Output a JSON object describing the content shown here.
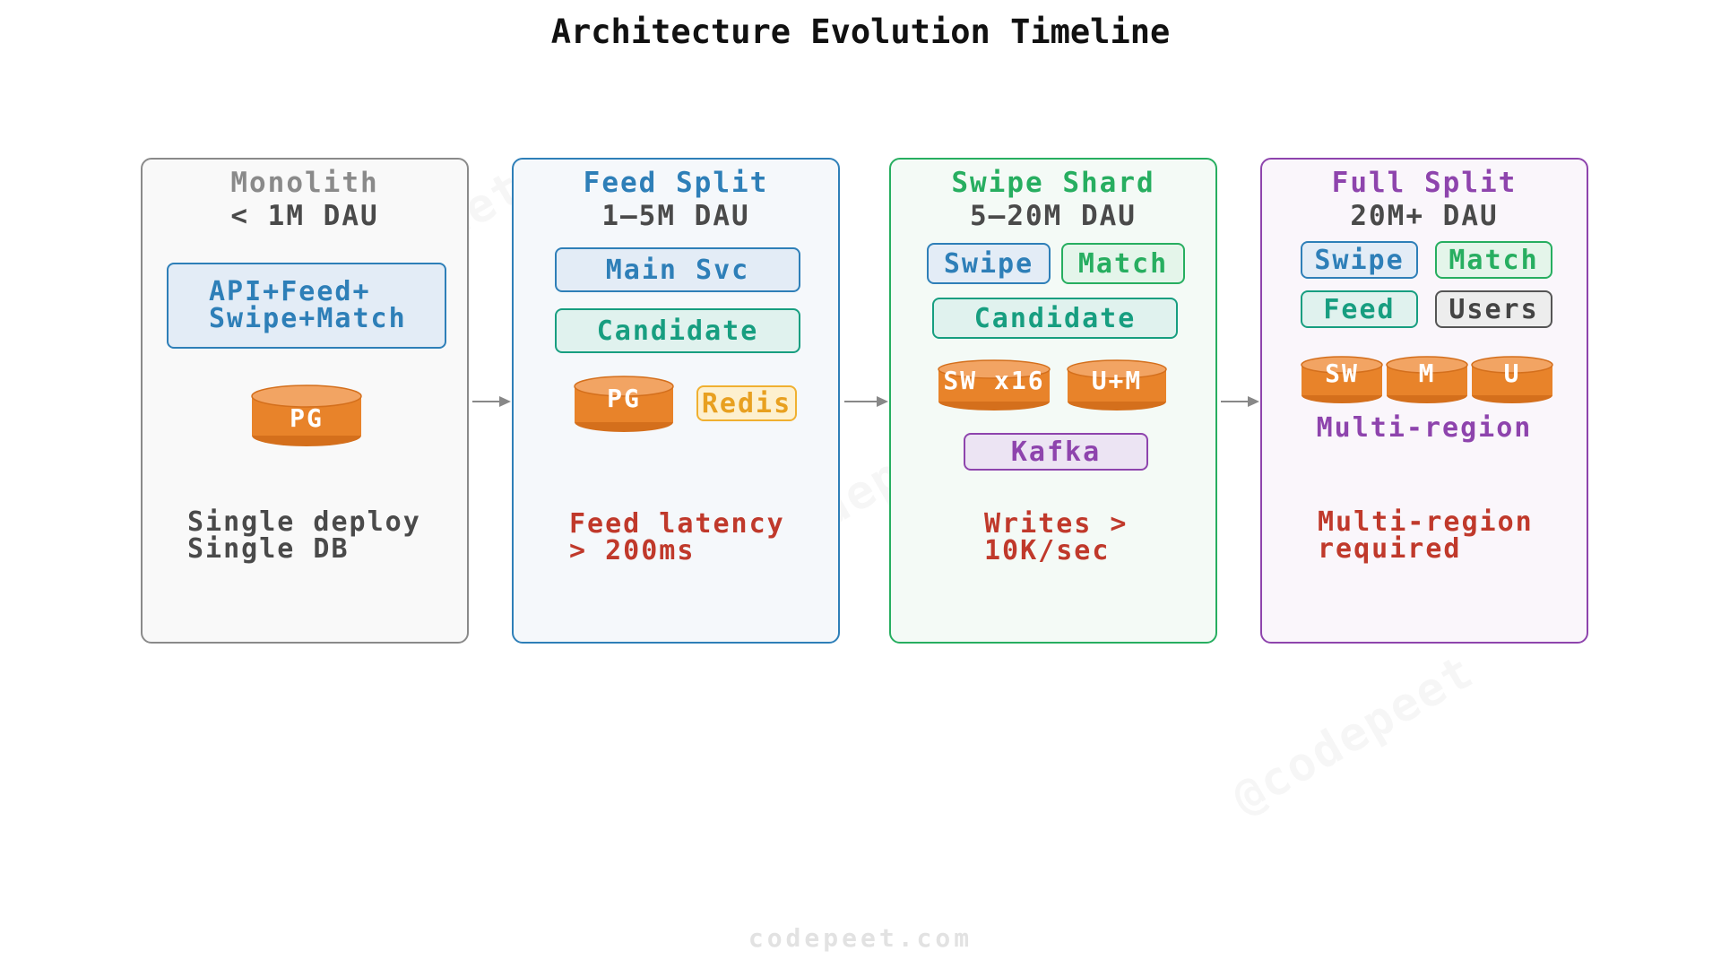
{
  "title": "Architecture Evolution Timeline",
  "footer": "codepeet.com",
  "watermark": "@codepeet",
  "colors": {
    "monolith": "#8a8a8a",
    "feed_split": "#2e7fb8",
    "swipe_shard": "#27ae60",
    "full_split": "#8e44ad",
    "note": "#c0392b",
    "db": "#e8832a"
  },
  "stages": [
    {
      "title": "Monolith",
      "dau": "< 1M DAU",
      "service": "API+Feed+\nSwipe+Match",
      "db": "PG",
      "note": "Single deploy\nSingle DB"
    },
    {
      "title": "Feed Split",
      "dau": "1–5M DAU",
      "services": [
        "Main Svc",
        "Candidate"
      ],
      "db": "PG",
      "cache": "Redis",
      "note": "Feed latency\n> 200ms"
    },
    {
      "title": "Swipe Shard",
      "dau": "5–20M DAU",
      "services": [
        "Swipe",
        "Match",
        "Candidate"
      ],
      "dbs": [
        "SW x16",
        "U+M"
      ],
      "queue": "Kafka",
      "note": "Writes >\n10K/sec"
    },
    {
      "title": "Full Split",
      "dau": "20M+ DAU",
      "services": [
        "Swipe",
        "Match",
        "Feed",
        "Users"
      ],
      "dbs": [
        "SW",
        "M",
        "U"
      ],
      "region": "Multi-region",
      "note": "Multi-region\nrequired"
    }
  ]
}
